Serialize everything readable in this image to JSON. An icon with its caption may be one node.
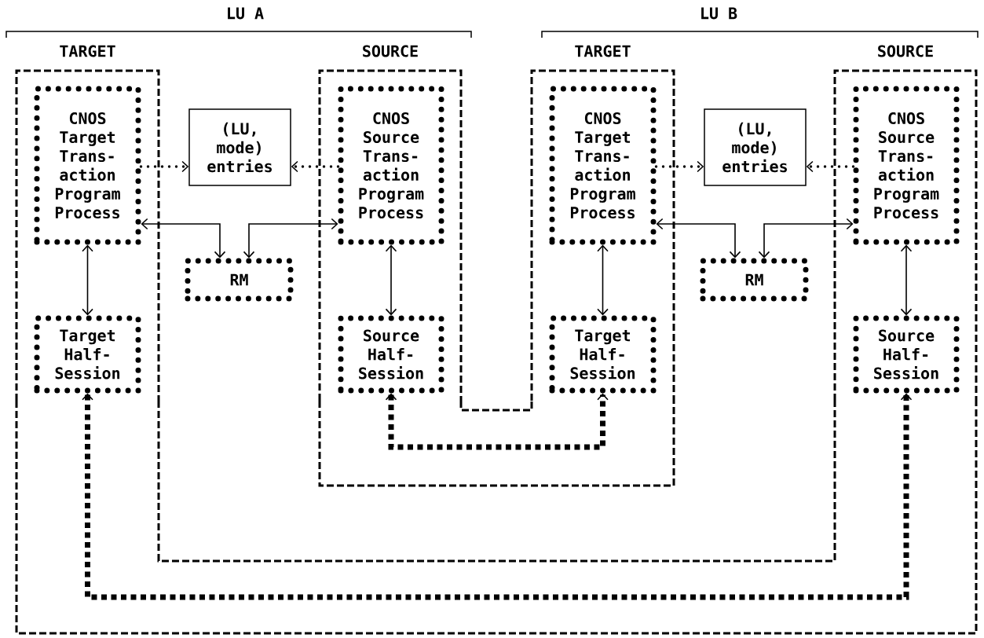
{
  "diagram": {
    "nodes": [
      {
        "text": [
          "TARGET"
        ]
      },
      {
        "text": [
          "CNOS Target Trans- action Program Process"
        ],
        "in": 0
      },
      {
        "text": [
          "Target Half- Session"
        ],
        "in": 0
      },
      {
        "text": [
          "SOURCE"
        ]
      },
      {
        "text": [
          "CNOS Source Trans- action Program Process"
        ],
        "in": 3
      },
      {
        "text": [
          "Source Half- Session"
        ],
        "in": 3
      },
      {
        "text": [
          "(LU, mode) entries"
        ]
      },
      {
        "text": [
          "RM"
        ]
      },
      {
        "text": [
          "TARGET"
        ]
      },
      {
        "text": [
          "CNOS Target Trans- action Program Process"
        ],
        "in": 8
      },
      {
        "text": [
          "Target Half- Session"
        ],
        "in": 8
      },
      {
        "text": [
          "SOURCE"
        ]
      },
      {
        "text": [
          "CNOS Source Trans- action Program Process"
        ],
        "in": 11
      },
      {
        "text": [
          "Source Half- Session"
        ],
        "in": 11
      },
      {
        "text": [
          "(LU, mode) entries"
        ]
      },
      {
        "text": [
          "RM"
        ]
      }
    ],
    "edges": [
      {
        "from": 1,
        "to": 6,
        "arrow": "to",
        "style": "dashed"
      },
      {
        "from": 4,
        "to": 6,
        "arrow": "to",
        "style": "dashed"
      },
      {
        "from": 7,
        "to": 1,
        "arrow": "both"
      },
      {
        "from": 7,
        "to": 4,
        "arrow": "both"
      },
      {
        "from": 1,
        "to": 2,
        "arrow": "both"
      },
      {
        "from": 4,
        "to": 5,
        "arrow": "both"
      },
      {
        "from": 9,
        "to": 14,
        "arrow": "to",
        "style": "dashed"
      },
      {
        "from": 12,
        "to": 14,
        "arrow": "to",
        "style": "dashed"
      },
      {
        "from": 15,
        "to": 9,
        "arrow": "both"
      },
      {
        "from": 15,
        "to": 12,
        "arrow": "both"
      },
      {
        "from": 9,
        "to": 10,
        "arrow": "both"
      },
      {
        "from": 12,
        "to": 13,
        "arrow": "both"
      },
      {
        "from": 5,
        "to": 10,
        "arrow": "both",
        "style": "dashed"
      },
      {
        "from": 2,
        "to": 13,
        "arrow": "both",
        "style": "dashed"
      }
    ],
    "labels": [
      "LU A",
      "LU B"
    ]
  }
}
